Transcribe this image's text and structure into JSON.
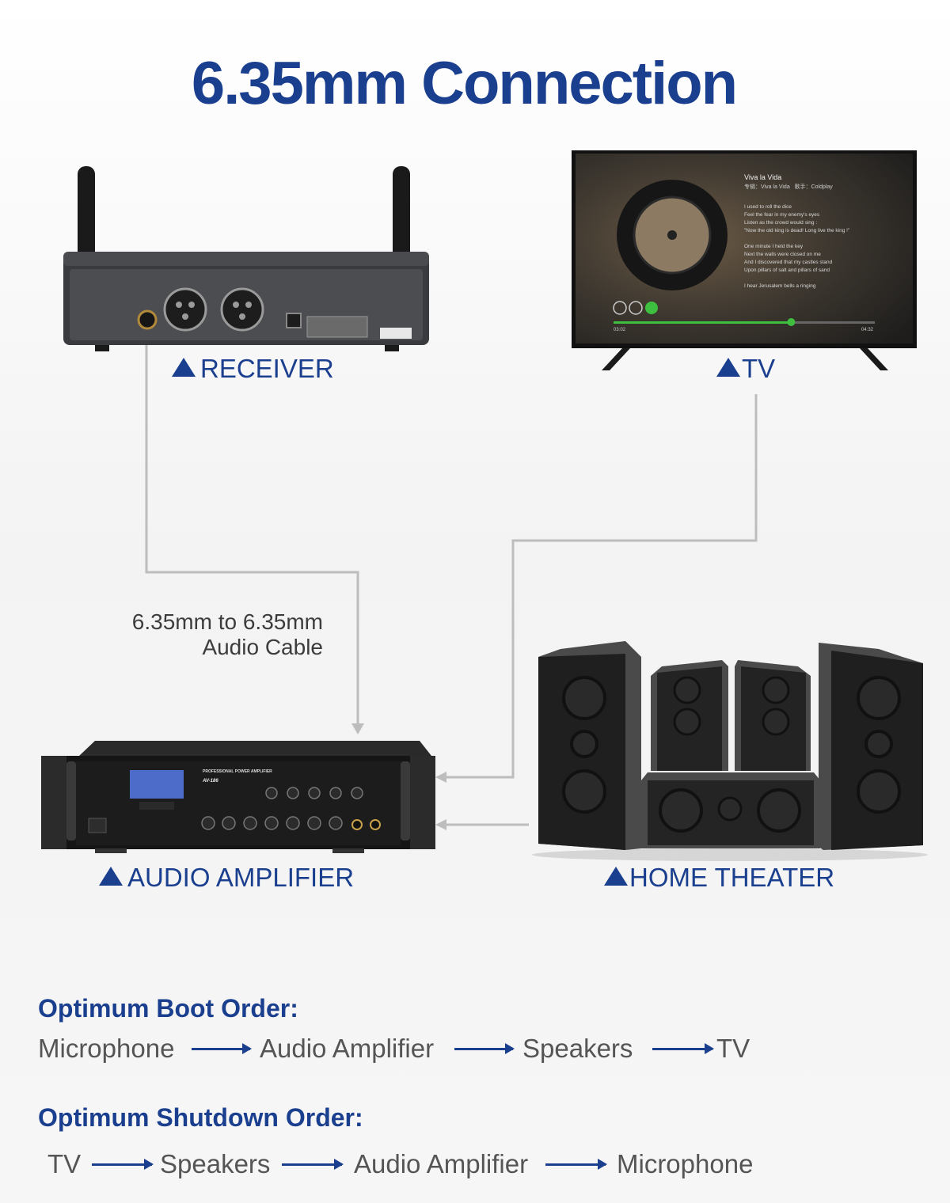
{
  "title": "6.35mm Connection",
  "devices": {
    "receiver": "RECEIVER",
    "tv": "TV",
    "amplifier": "AUDIO AMPLIFIER",
    "home_theater": "HOME THEATER"
  },
  "tv_screen": {
    "song": "Viva la Vida",
    "album_line_label": "专辑：",
    "album": "Viva la Vida",
    "artist_label": "歌手：",
    "artist": "Coldplay",
    "lyrics": [
      "I used to roll the dice",
      "Feel the fear in my enemy's eyes",
      "Listen as the crowd would sing :",
      "\"Now the old king is dead! Long live the king !\"",
      "One minute I held the key",
      "Next the walls were closed on me",
      "And I discovered that my castles stand",
      "Upon pillars of salt and pillars of sand",
      "I hear Jerusalem bells a ringing"
    ],
    "time_elapsed": "03:02",
    "time_total": "04:32",
    "progress": 0.68
  },
  "amplifier_panel": {
    "heading": "PROFESSIONAL POWER AMPLIFIER",
    "model": "AV-186"
  },
  "cable_label": {
    "line1": "6.35mm to 6.35mm",
    "line2": "Audio Cable"
  },
  "boot_order": {
    "title": "Optimum Boot Order:",
    "steps": [
      "Microphone",
      "Audio Amplifier",
      "Speakers",
      "TV"
    ]
  },
  "shutdown_order": {
    "title": "Optimum Shutdown Order:",
    "steps": [
      "TV",
      "Speakers",
      "Audio Amplifier",
      "Microphone"
    ]
  },
  "colors": {
    "accent": "#1b3f8f",
    "connector_line": "#bdbdbd",
    "body_text": "#555555"
  }
}
